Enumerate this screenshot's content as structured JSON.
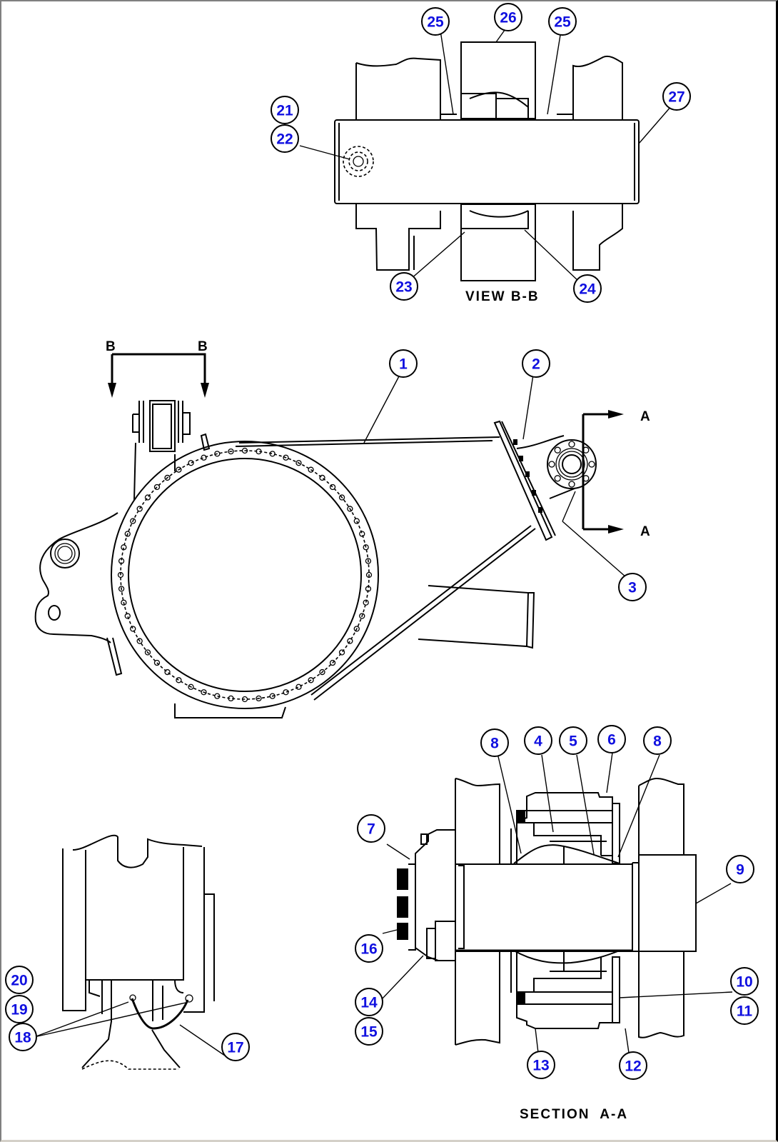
{
  "diagram": {
    "type": "exploded-parts-view",
    "views": {
      "view_b": {
        "caption": "VIEW B-B",
        "section_marker": "B"
      },
      "main": {
        "section_a_marker": "A",
        "section_b_marker": "B"
      },
      "section_a": {
        "caption": "SECTION  A-A"
      },
      "detail": {
        "caption": ""
      }
    },
    "callouts": [
      {
        "id": "c1",
        "label": "1"
      },
      {
        "id": "c2",
        "label": "2"
      },
      {
        "id": "c3",
        "label": "3"
      },
      {
        "id": "c4",
        "label": "4"
      },
      {
        "id": "c5",
        "label": "5"
      },
      {
        "id": "c6",
        "label": "6"
      },
      {
        "id": "c7",
        "label": "7"
      },
      {
        "id": "c8a",
        "label": "8"
      },
      {
        "id": "c8b",
        "label": "8"
      },
      {
        "id": "c9",
        "label": "9"
      },
      {
        "id": "c10",
        "label": "10"
      },
      {
        "id": "c11",
        "label": "11"
      },
      {
        "id": "c12",
        "label": "12"
      },
      {
        "id": "c13",
        "label": "13"
      },
      {
        "id": "c14",
        "label": "14"
      },
      {
        "id": "c15",
        "label": "15"
      },
      {
        "id": "c16",
        "label": "16"
      },
      {
        "id": "c17",
        "label": "17"
      },
      {
        "id": "c18",
        "label": "18"
      },
      {
        "id": "c19",
        "label": "19"
      },
      {
        "id": "c20",
        "label": "20"
      },
      {
        "id": "c21",
        "label": "21"
      },
      {
        "id": "c22",
        "label": "22"
      },
      {
        "id": "c23",
        "label": "23"
      },
      {
        "id": "c24",
        "label": "24"
      },
      {
        "id": "c25a",
        "label": "25"
      },
      {
        "id": "c25b",
        "label": "25"
      },
      {
        "id": "c26",
        "label": "26"
      },
      {
        "id": "c27",
        "label": "27"
      }
    ],
    "colors": {
      "callout_text": "#1010e0",
      "line": "#000000",
      "background": "#ffffff"
    }
  }
}
